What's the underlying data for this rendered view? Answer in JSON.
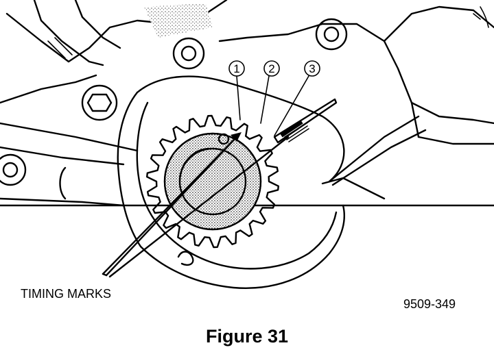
{
  "figure": {
    "callouts": [
      "1",
      "2",
      "3"
    ],
    "label": "TIMING MARKS",
    "code": "9509-349",
    "caption": "Figure 31"
  }
}
